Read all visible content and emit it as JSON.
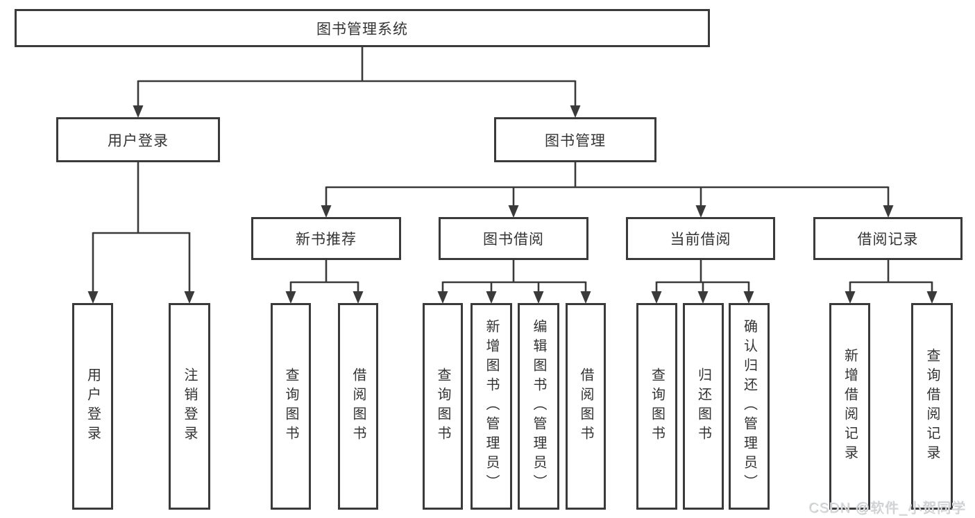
{
  "diagram": {
    "title": "图书管理系统",
    "level2": [
      {
        "label": "用户登录",
        "children": [
          {
            "label": "用户登录"
          },
          {
            "label": "注销登录"
          }
        ]
      },
      {
        "label": "图书管理",
        "children": [
          {
            "label": "新书推荐",
            "children": [
              {
                "label": "查询图书"
              },
              {
                "label": "借阅图书"
              }
            ]
          },
          {
            "label": "图书借阅",
            "children": [
              {
                "label": "查询图书"
              },
              {
                "label": "新增图书（管理员）"
              },
              {
                "label": "编辑图书（管理员）"
              },
              {
                "label": "借阅图书"
              }
            ]
          },
          {
            "label": "当前借阅",
            "children": [
              {
                "label": "查询图书"
              },
              {
                "label": "归还图书"
              },
              {
                "label": "确认归还（管理员）"
              }
            ]
          },
          {
            "label": "借阅记录",
            "children": [
              {
                "label": "新增借阅记录"
              },
              {
                "label": "查询借阅记录"
              }
            ]
          }
        ]
      }
    ]
  },
  "watermark": {
    "text": "CSDN @软件_小贺同学"
  },
  "colors": {
    "line": "#3a3a3a",
    "text": "#333333",
    "background": "#ffffff",
    "watermark_text": "#d5d8da"
  }
}
